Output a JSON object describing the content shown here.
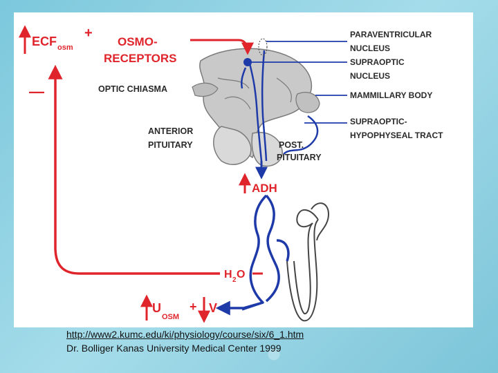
{
  "diagram": {
    "ecf_label": "ECF",
    "ecf_subscript": "osm",
    "plus_top": "+",
    "osmo_line1": "OSMO-",
    "osmo_line2": "RECEPTORS",
    "minus_sign": "—",
    "optic_chiasma": "OPTIC CHIASMA",
    "anterior_line1": "ANTERIOR",
    "anterior_line2": "PITUITARY",
    "posterior_line1": "POST.",
    "posterior_line2": "PITUITARY",
    "paraventricular_line1": "PARAVENTRICULAR",
    "paraventricular_line2": "NUCLEUS",
    "supraoptic_line1": "SUPRAOPTIC",
    "supraoptic_line2": "NUCLEUS",
    "mammillary": "MAMMILLARY BODY",
    "tract_line1": "SUPRAOPTIC-",
    "tract_line2": "HYPOPHYSEAL TRACT",
    "adh": "ADH",
    "water_h": "H",
    "water_sub": "2",
    "water_o": "O",
    "u_label": "U",
    "u_subscript": "OSM",
    "plus_bottom": "+",
    "v_label": "V"
  },
  "caption": {
    "url": "http://www2.kumc.edu/ki/physiology/course/six/6_1.htm",
    "credit": "Dr. Bolliger Kanas University Medical Center 1999"
  },
  "colors": {
    "accent_red": "#e0242b",
    "nephron_blue": "#1e3aa8",
    "background": "#8fd0e2"
  }
}
